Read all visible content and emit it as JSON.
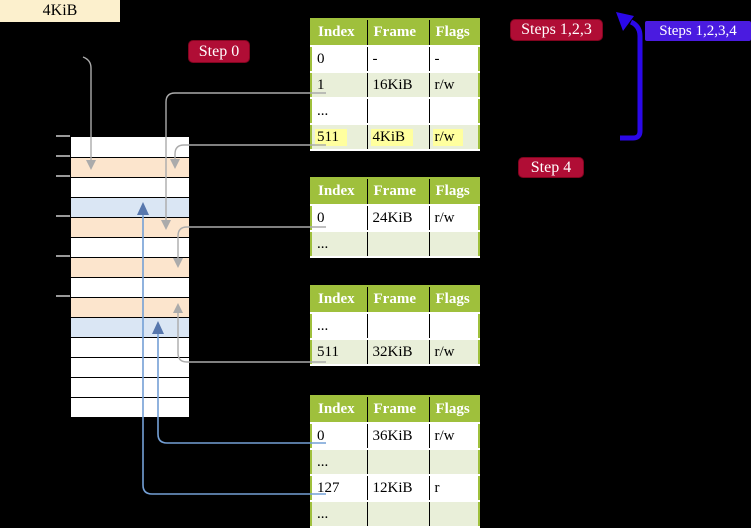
{
  "labels": {
    "frame_4kib": "4KiB",
    "step0": "Step 0",
    "steps123": "Steps 1,2,3",
    "steps1234": "Steps 1,2,3,4",
    "step4": "Step 4"
  },
  "colors": {
    "crimson": "#b00d35",
    "blue_badge": "#4a1be0",
    "blue_arrow": "#2b08e8",
    "green": "#9fc03c",
    "row_green": "#e9efd9",
    "hl": "#ffff9e",
    "peach": "#fce5cd",
    "lblue": "#dae6f4",
    "beige": "#fcf0cd",
    "gray_line": "#ababab",
    "blue_line": "#74a0d6",
    "blue_head": "#5777ad"
  },
  "stack": {
    "rows": [
      "plain",
      "peach",
      "plain",
      "blue",
      "peach",
      "plain",
      "peach",
      "plain",
      "peach",
      "blue",
      "plain",
      "plain",
      "plain",
      "plain"
    ]
  },
  "tables": [
    {
      "headers": [
        "Index",
        "Frame",
        "Flags"
      ],
      "rows": [
        {
          "cells": [
            "0",
            "-",
            "-"
          ]
        },
        {
          "cells": [
            "1",
            "16KiB",
            "r/w"
          ]
        },
        {
          "cells": [
            "...",
            "",
            ""
          ]
        },
        {
          "cells": [
            "511",
            "4KiB",
            "r/w"
          ]
        }
      ]
    },
    {
      "headers": [
        "Index",
        "Frame",
        "Flags"
      ],
      "rows": [
        {
          "cells": [
            "0",
            "24KiB",
            "r/w"
          ]
        },
        {
          "cells": [
            "...",
            "",
            ""
          ]
        }
      ]
    },
    {
      "headers": [
        "Index",
        "Frame",
        "Flags"
      ],
      "rows": [
        {
          "cells": [
            "...",
            "",
            ""
          ]
        },
        {
          "cells": [
            "511",
            "32KiB",
            "r/w"
          ]
        }
      ]
    },
    {
      "headers": [
        "Index",
        "Frame",
        "Flags"
      ],
      "rows": [
        {
          "cells": [
            "0",
            "36KiB",
            "r/w"
          ]
        },
        {
          "cells": [
            "...",
            "",
            ""
          ]
        },
        {
          "cells": [
            "127",
            "12KiB",
            "r"
          ]
        },
        {
          "cells": [
            "...",
            "",
            ""
          ]
        }
      ]
    }
  ]
}
